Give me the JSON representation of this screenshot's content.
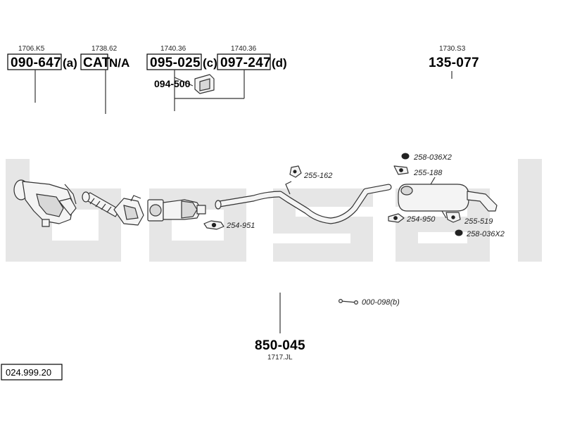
{
  "diagram": {
    "top_parts": [
      {
        "code": "090-647",
        "suffix": "(a)",
        "ref": "1706.K5"
      },
      {
        "code": "CAT",
        "suffix": "N/A",
        "ref": "1738.62"
      },
      {
        "code": "095-025",
        "suffix": "(c)",
        "ref": "1740.36"
      },
      {
        "code": "097-247",
        "suffix": "(d)",
        "ref": "1740.36"
      },
      {
        "code": "135-077",
        "suffix": "",
        "ref": "1730.S3"
      }
    ],
    "sub_part": {
      "code": "094-500"
    },
    "small_parts": [
      {
        "code": "255-162"
      },
      {
        "code": "258-036X2"
      },
      {
        "code": "255-188"
      },
      {
        "code": "254-950"
      },
      {
        "code": "255-519"
      },
      {
        "code": "258-036X2"
      },
      {
        "code": "254-951"
      },
      {
        "code": "000-098(b)"
      }
    ],
    "main_part": {
      "code": "850-045",
      "ref": "1717.JL"
    },
    "assembly_number": "024.999.20",
    "watermark": {
      "brand": "bosal",
      "color": "#e6e6e6"
    }
  }
}
